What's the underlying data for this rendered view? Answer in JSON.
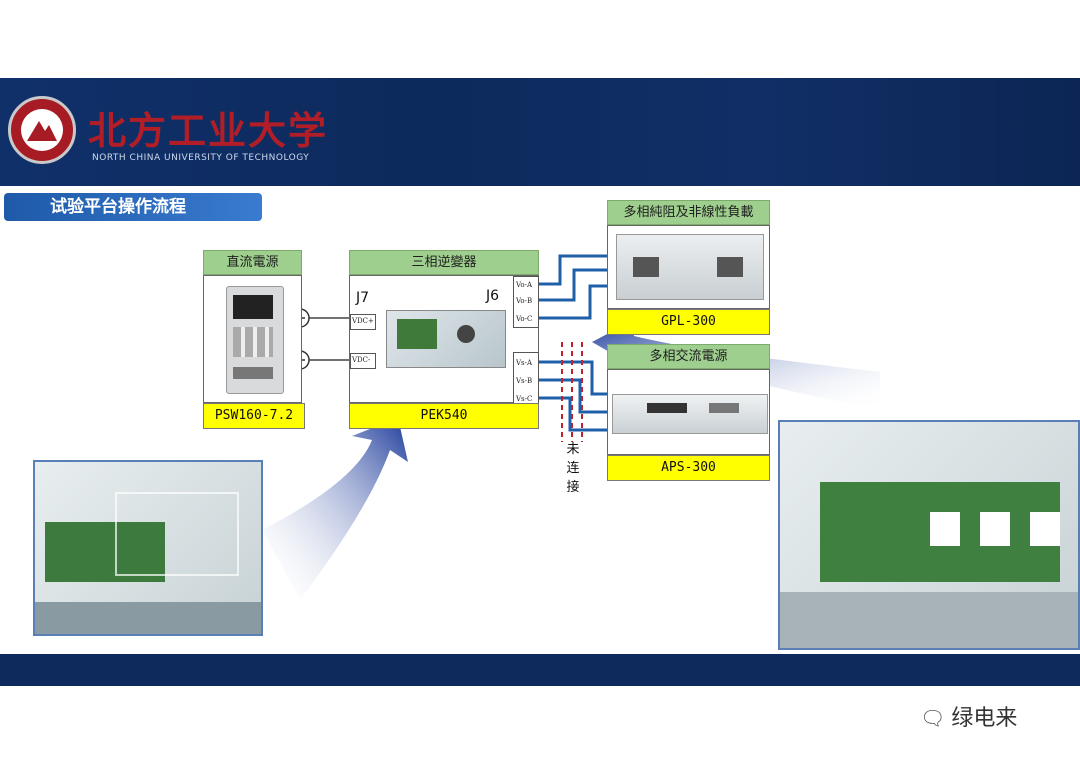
{
  "header": {
    "school_cn": "北方工业大学",
    "school_en": "NORTH CHINA UNIVERSITY OF TECHNOLOGY"
  },
  "section_title": "试验平台操作流程",
  "devices": {
    "dc_source": {
      "header": "直流電源",
      "model": "PSW160-7.2"
    },
    "inverter": {
      "header": "三相逆變器",
      "model": "PEK540",
      "j7": "J7",
      "j6": "J6",
      "ports_left": [
        "VDC+",
        "VDC-"
      ],
      "ports_right_top": [
        "Vo-A",
        "Vo-B",
        "Vo-C"
      ],
      "ports_right_bottom": [
        "Vs-A",
        "Vs-B",
        "Vs-C"
      ]
    },
    "load": {
      "header": "多相純阻及非線性負載",
      "model": "GPL-300"
    },
    "ac_source": {
      "header": "多相交流電源",
      "model": "APS-300"
    }
  },
  "not_connected": [
    "未",
    "连",
    "接"
  ],
  "watermark": "绿电来",
  "colors": {
    "band": "#0e2a5c",
    "wire": "#1f5fa8",
    "dash": "#c0212b",
    "green": "#9fcf8e",
    "yellow": "#ffff00"
  }
}
